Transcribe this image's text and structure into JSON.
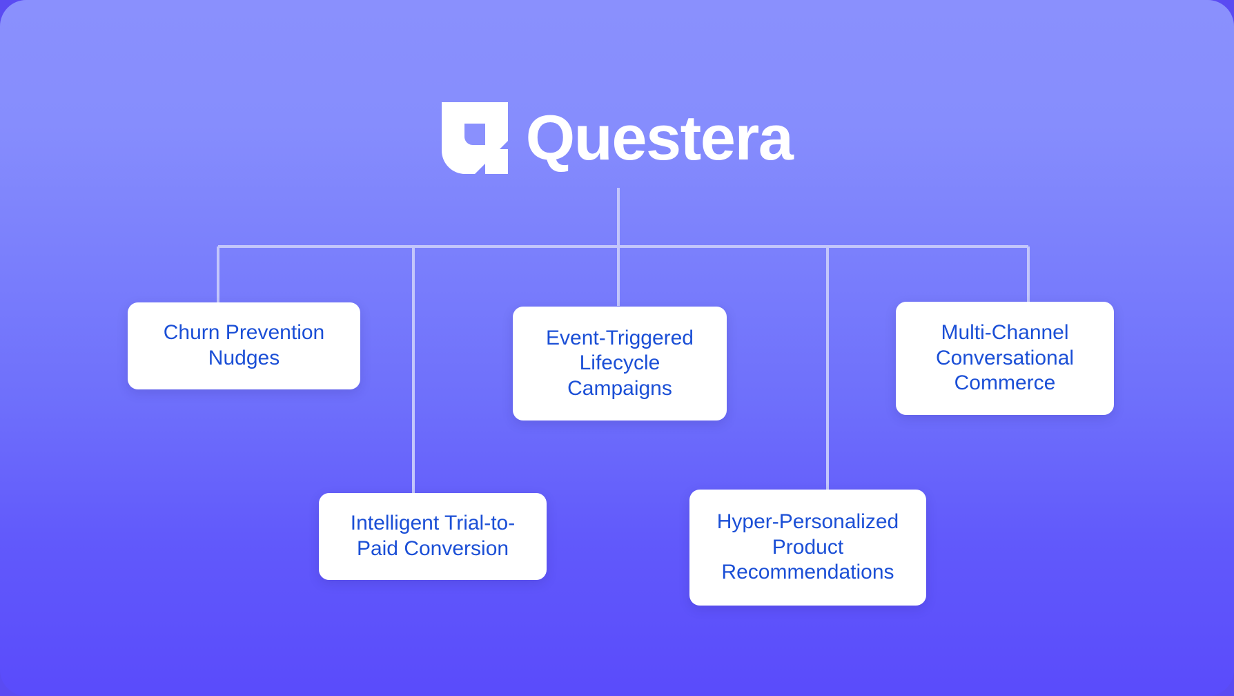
{
  "brand": {
    "name": "Questera",
    "logo_icon": "questera-logo-mark",
    "logo_color": "#ffffff"
  },
  "theme": {
    "background_gradient_top": "#8a90fd",
    "background_gradient_bottom": "#5a4bfb",
    "page_background": "#5a4bf2",
    "card_background": "#ffffff",
    "card_text_color": "#1b4fd6",
    "connector_color": "#c3c6fb"
  },
  "diagram": {
    "type": "hierarchy-tree",
    "root": "Questera",
    "nodes": [
      {
        "id": "churn-prevention-nudges",
        "label": "Churn Prevention\nNudges",
        "row": "top"
      },
      {
        "id": "event-triggered-lifecycle",
        "label": "Event-Triggered\nLifecycle\nCampaigns",
        "row": "top"
      },
      {
        "id": "multi-channel-conversational",
        "label": "Multi-Channel\nConversational\nCommerce",
        "row": "top"
      },
      {
        "id": "intelligent-trial-to-paid",
        "label": "Intelligent Trial-to-\nPaid Conversion",
        "row": "bottom"
      },
      {
        "id": "hyper-personalized-products",
        "label": "Hyper-Personalized\nProduct\nRecommendations",
        "row": "bottom"
      }
    ]
  }
}
